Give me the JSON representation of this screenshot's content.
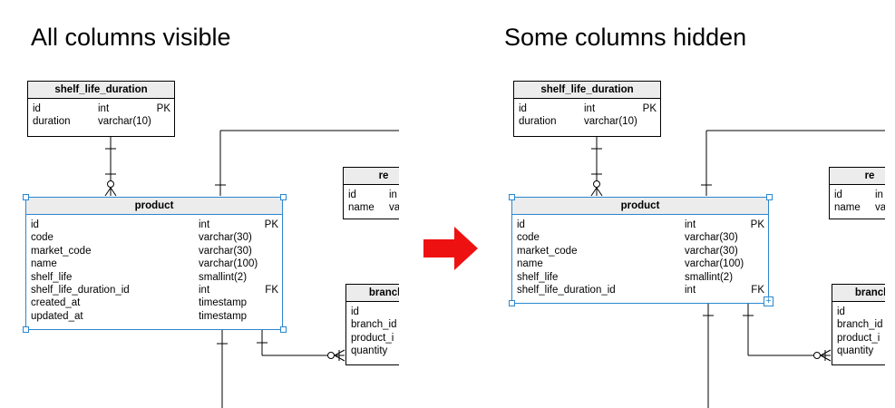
{
  "left_title": "All columns visible",
  "right_title": "Some columns hidden",
  "colors": {
    "selection": "#2a87d0",
    "arrow": "#ee1111",
    "header_bg": "#ececec"
  },
  "tables": {
    "shelf_life_duration": {
      "name": "shelf_life_duration",
      "columns": [
        {
          "name": "id",
          "type": "int",
          "key": "PK"
        },
        {
          "name": "duration",
          "type": "varchar(10)",
          "key": ""
        }
      ]
    },
    "product": {
      "name": "product",
      "columns": [
        {
          "name": "id",
          "type": "int",
          "key": "PK"
        },
        {
          "name": "code",
          "type": "varchar(30)",
          "key": ""
        },
        {
          "name": "market_code",
          "type": "varchar(30)",
          "key": ""
        },
        {
          "name": "name",
          "type": "varchar(100)",
          "key": ""
        },
        {
          "name": "shelf_life",
          "type": "smallint(2)",
          "key": ""
        },
        {
          "name": "shelf_life_duration_id",
          "type": "int",
          "key": "FK"
        },
        {
          "name": "created_at",
          "type": "timestamp",
          "key": ""
        },
        {
          "name": "updated_at",
          "type": "timestamp",
          "key": ""
        }
      ]
    },
    "re_table": {
      "name": "re",
      "columns": [
        {
          "name": "id",
          "type": "in",
          "key": ""
        },
        {
          "name": "name",
          "type": "va",
          "key": ""
        }
      ]
    },
    "branch_table": {
      "name": "branch",
      "columns": [
        {
          "name": "id",
          "type": "",
          "key": ""
        },
        {
          "name": "branch_id",
          "type": "",
          "key": ""
        },
        {
          "name": "product_i",
          "type": "",
          "key": ""
        },
        {
          "name": "quantity",
          "type": "",
          "key": ""
        }
      ]
    }
  },
  "right_product_visible_columns": 6
}
